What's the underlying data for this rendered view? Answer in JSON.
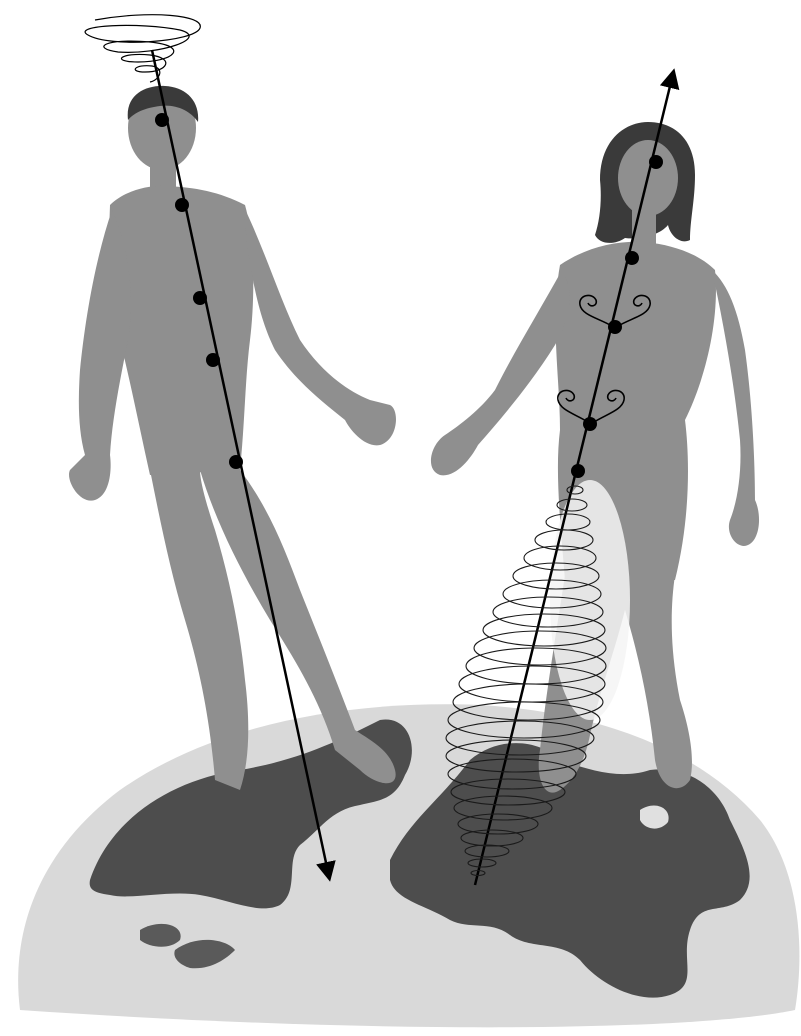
{
  "illustration": {
    "figures": [
      "male-figure",
      "female-figure"
    ],
    "male_chakra_count": 5,
    "female_chakra_count": 5,
    "male_flow": "downward",
    "female_flow": "upward",
    "colors": {
      "background": "#ffffff",
      "globe_water": "#d8d8d8",
      "globe_land": "#4a4a4a",
      "figure": "#8e8e8e",
      "hair": "#3a3a3a",
      "line": "#000000"
    }
  }
}
